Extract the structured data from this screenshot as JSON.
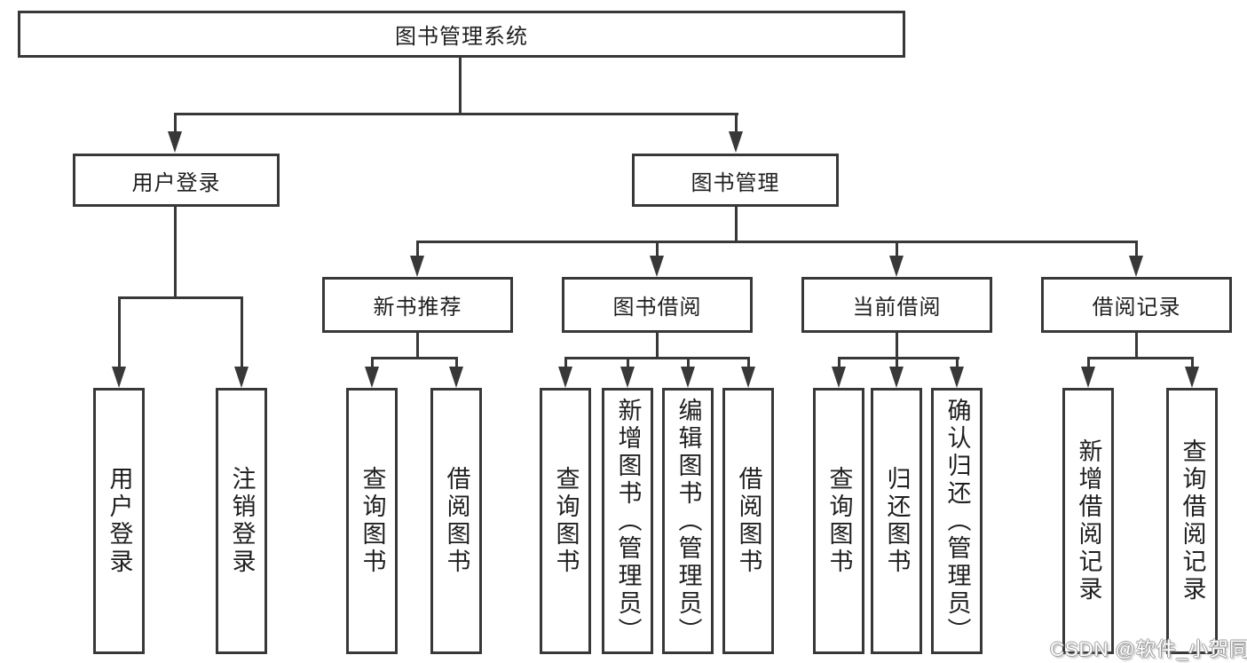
{
  "diagram": {
    "root_label": "图书管理系统",
    "level2": {
      "user_login": "用户登录",
      "book_management": "图书管理"
    },
    "level3": {
      "new_book": "新书推荐",
      "book_borrow": "图书借阅",
      "current_borrow": "当前借阅",
      "borrow_record": "借阅记录"
    },
    "leaves": {
      "login": "用户登录",
      "logout": "注销登录",
      "nb_query": "查询图书",
      "nb_borrow": "借阅图书",
      "bb_query": "查询图书",
      "bb_add": "新增图书（管理员）",
      "bb_edit": "编辑图书（管理员）",
      "bb_borrow": "借阅图书",
      "cb_query": "查询图书",
      "cb_return": "归还图书",
      "cb_confirm": "确认归还（管理员）",
      "br_add": "新增借阅记录",
      "br_query": "查询借阅记录"
    },
    "watermark": "CSDN @软件_小贺同学",
    "colors": {
      "line": "#383838",
      "text": "#1f1f1f",
      "background": "#ffffff",
      "watermark_text": "#ffffff"
    }
  }
}
